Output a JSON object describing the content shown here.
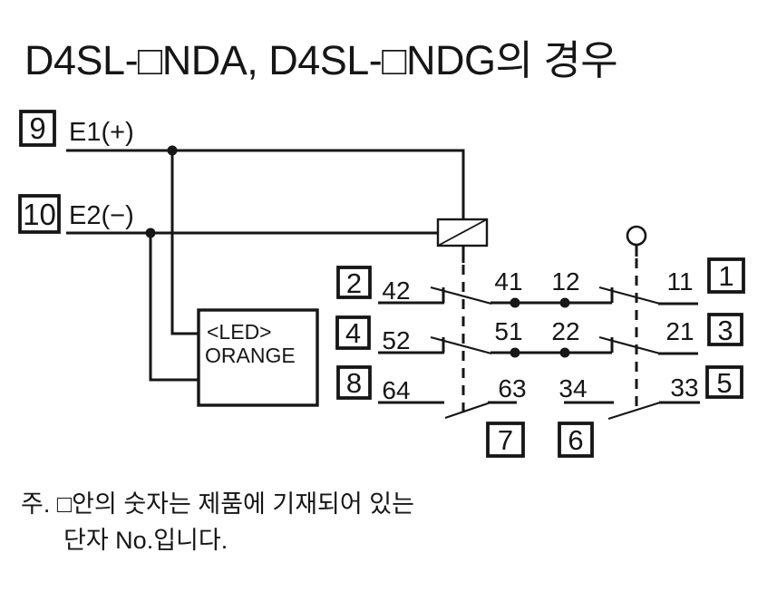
{
  "title": "D4SL-□NDA, D4SL-□NDG의 경우",
  "colors": {
    "ink": "#161616",
    "background": "#ffffff"
  },
  "power": {
    "e1": {
      "terminal": "9",
      "label": "E1(+)"
    },
    "e2": {
      "terminal": "10",
      "label": "E2(−)"
    }
  },
  "led": {
    "line1": "<LED>",
    "line2": "ORANGE"
  },
  "contact_rows": [
    {
      "left_terminal": "2",
      "left_contact": "42",
      "mid_left": "41",
      "mid_right": "12",
      "right_contact": "11",
      "right_terminal": "1"
    },
    {
      "left_terminal": "4",
      "left_contact": "52",
      "mid_left": "51",
      "mid_right": "22",
      "right_contact": "21",
      "right_terminal": "3"
    },
    {
      "left_terminal": "8",
      "left_contact": "64",
      "mid_left": "63",
      "mid_right": "34",
      "right_contact": "33",
      "right_terminal": "5"
    }
  ],
  "bottom_terminals": [
    "7",
    "6"
  ],
  "note": {
    "line1": "주. □안의 숫자는 제품에 기재되어 있는",
    "line2": "단자 No.입니다."
  }
}
